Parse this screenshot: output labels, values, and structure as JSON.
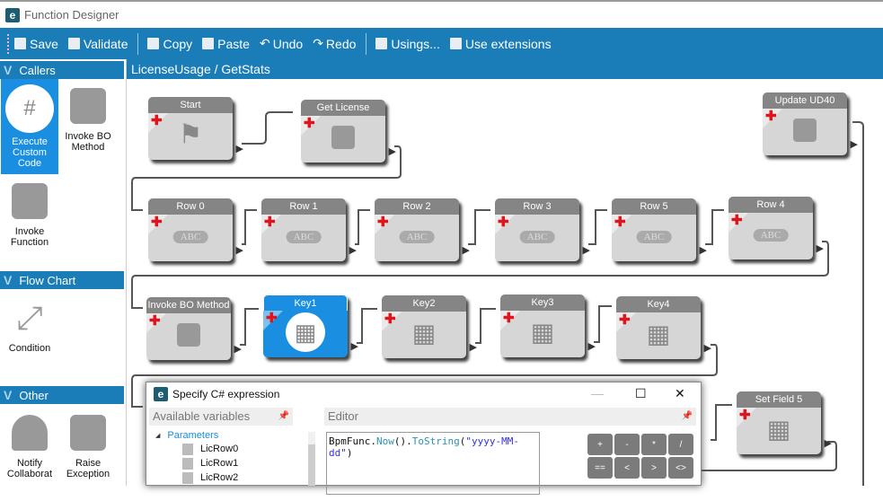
{
  "window": {
    "title": "Function Designer"
  },
  "toolbar": {
    "save": "Save",
    "validate": "Validate",
    "copy": "Copy",
    "paste": "Paste",
    "undo": "Undo",
    "redo": "Redo",
    "usings": "Usings...",
    "use_extensions": "Use extensions"
  },
  "breadcrumb": "LicenseUsage / GetStats",
  "sidebar": {
    "callers": {
      "title": "Callers",
      "items": [
        "Execute Custom Code",
        "Invoke BO Method",
        "Invoke Function"
      ]
    },
    "flowchart": {
      "title": "Flow Chart",
      "items": [
        "Condition"
      ]
    },
    "other": {
      "title": "Other",
      "items": [
        "Notify Collaborat",
        "Raise Exception"
      ]
    }
  },
  "nodes": {
    "start": "Start",
    "get_license": "Get License",
    "update_ud40": "Update UD40",
    "row0": "Row 0",
    "row1": "Row 1",
    "row2": "Row 2",
    "row3": "Row 3",
    "row5": "Row 5",
    "row4": "Row 4",
    "invoke_bo": "Invoke BO Method",
    "key1": "Key1",
    "key2": "Key2",
    "key3": "Key3",
    "key4": "Key4",
    "set_field5": "Set Field 5",
    "abc": "ABC"
  },
  "dialog": {
    "title": "Specify C# expression",
    "vars_header": "Available variables",
    "editor_header": "Editor",
    "tree_root": "Parameters",
    "tree_items": [
      "LicRow0",
      "LicRow1",
      "LicRow2"
    ],
    "expr": {
      "p1": "BpmFunc.",
      "p2": "Now",
      "p3": "().",
      "p4": "ToString",
      "p5": "(",
      "p6": "\"yyyy-MM-dd\"",
      "p7": ")"
    },
    "keypad": [
      "+",
      "-",
      "*",
      "/",
      "==",
      "<",
      ">",
      "<>"
    ]
  },
  "colors": {
    "accent": "#1a7db8",
    "selected": "#1a8ee0"
  }
}
